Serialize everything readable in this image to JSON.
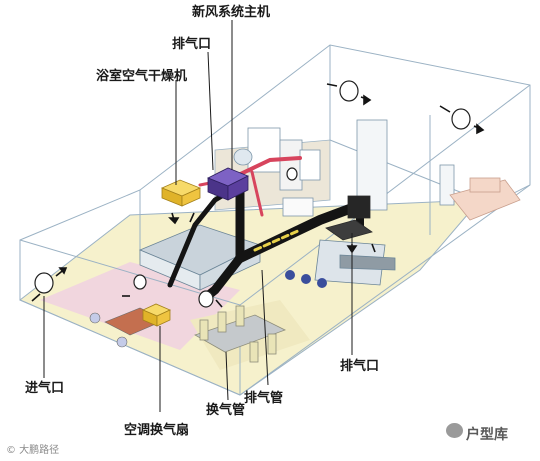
{
  "labels": {
    "fresh_air_host": "新风系统主机",
    "exhaust_port_top": "排气口",
    "bath_dryer": "浴室空气干燥机",
    "inlet_port": "进气口",
    "exhaust_port_right": "排气口",
    "exhaust_pipe": "排气管",
    "exchange_pipe": "换气管",
    "ac_fan": "空调换气扇"
  },
  "watermarks": {
    "left": "© 大鹏路径",
    "right": "户型库"
  },
  "colors": {
    "duct_black": "#141414",
    "duct_yellow": "#e8d24a",
    "host_purple": "#5b3f9e",
    "pipe_red": "#d7445d",
    "floor_yellow": "#f4efc0",
    "floor_pink": "#f1d6de",
    "wall_line": "#9bb2c4",
    "dryer_yellow": "#f2c840"
  }
}
